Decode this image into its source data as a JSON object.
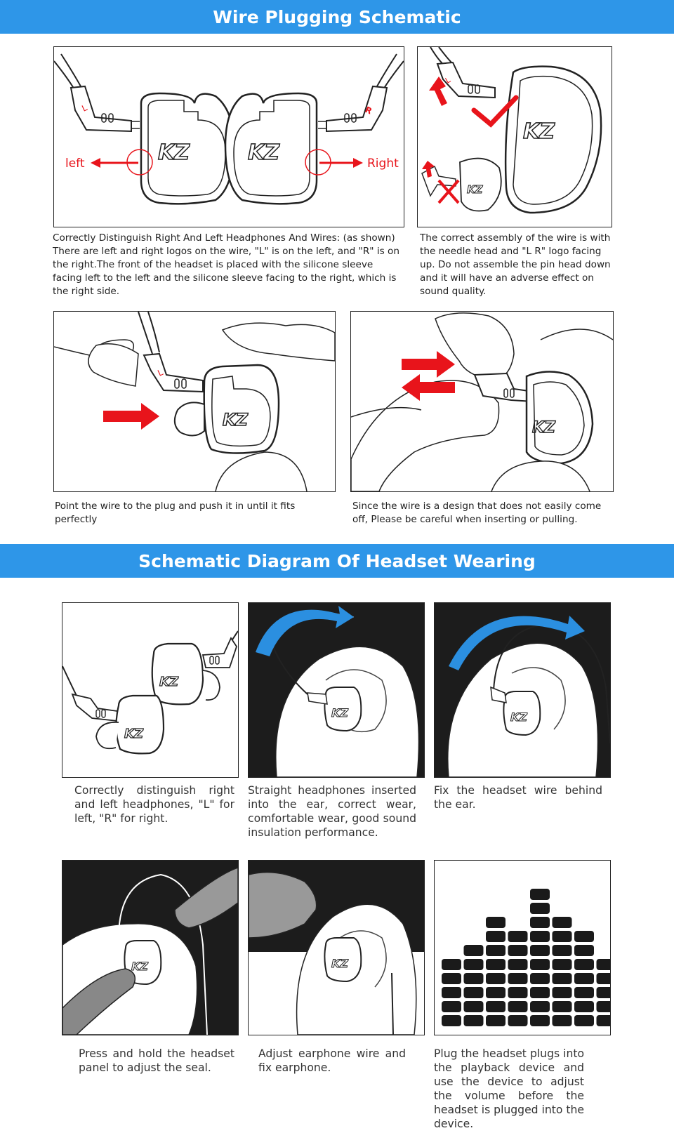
{
  "section1": {
    "title": "Wire Plugging Schematic",
    "panel1": {
      "left_label": "left",
      "right_label": "Right",
      "wire_l": "L",
      "wire_r": "R",
      "caption": "Correctly Distinguish Right And Left Headphones And Wires: (as shown) There are left and right logos on the wire, \"L\" is on the left, and \"R\" is on the right.The front of the headset is placed with the silicone sleeve facing left to the left and the silicone sleeve facing to the right, which is the right side."
    },
    "panel2": {
      "caption": "The correct assembly of the wire is with the needle head and \"L R\" logo facing up. Do not assemble the pin head down and it will have an adverse effect on sound quality."
    },
    "panel3": {
      "caption": "Point the wire to the plug and push it in until it fits perfectly"
    },
    "panel4": {
      "caption": "Since the wire is a design that does not easily come off, Please be careful when inserting or pulling."
    },
    "logo": "KZ"
  },
  "section2": {
    "title": "Schematic Diagram Of Headset Wearing",
    "steps": [
      {
        "caption": "Correctly distinguish right and left headphones, \"L\" for left, \"R\" for right."
      },
      {
        "caption": "Straight headphones inserted into the ear, correct wear, comfortable wear, good sound insulation performance."
      },
      {
        "caption": "Fix the headset wire behind the ear."
      },
      {
        "caption": "Press and hold the headset panel to adjust the seal."
      },
      {
        "caption": "Adjust earphone wire and fix earphone."
      },
      {
        "caption": "Plug the headset plugs into the playback device and use the device to adjust the volume before the headset is plugged into the device."
      }
    ],
    "equalizer_levels": [
      5,
      6,
      8,
      7,
      10,
      8,
      7,
      5
    ]
  },
  "colors": {
    "banner": "#2e96e8",
    "arrow_red": "#e8141b",
    "arrow_blue": "#2b8fe0",
    "dark_bg": "#1c1c1c"
  }
}
